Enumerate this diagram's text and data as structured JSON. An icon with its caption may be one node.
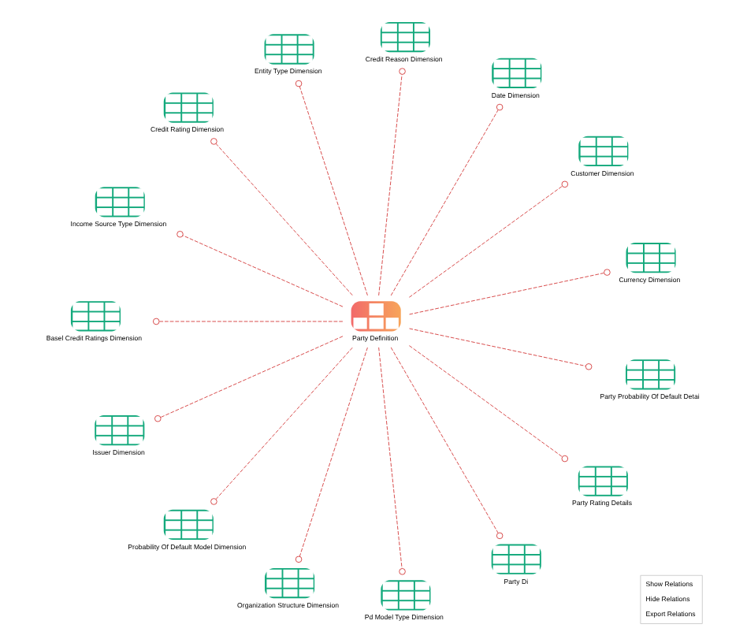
{
  "diagram": {
    "nodes": [
      {
        "text": [
          "Party Definition"
        ]
      },
      {
        "text": [
          "Currency Dimension"
        ]
      },
      {
        "text": [
          "Customer Dimension"
        ]
      },
      {
        "text": [
          "Date Dimension"
        ]
      },
      {
        "text": [
          "Credit Reason Dimension"
        ]
      },
      {
        "text": [
          "Entity Type Dimension"
        ]
      },
      {
        "text": [
          "Credit Rating Dimension"
        ]
      },
      {
        "text": [
          "Income Source Type Dimension"
        ]
      },
      {
        "text": [
          "Basel Credit Ratings Dimension"
        ]
      },
      {
        "text": [
          "Issuer Dimension"
        ]
      },
      {
        "text": [
          "Probability Of Default Model Dimension"
        ]
      },
      {
        "text": [
          "Organization Structure Dimension"
        ]
      },
      {
        "text": [
          "Pd Model Type Dimension"
        ]
      },
      {
        "text": [
          "Party Di"
        ]
      },
      {
        "text": [
          "Party Rating Details"
        ]
      },
      {
        "text": [
          "Party Probability Of Default Detai"
        ]
      }
    ],
    "edges": [
      {
        "from": 0,
        "to": 1,
        "arrow": "other",
        "style": "dashed"
      },
      {
        "from": 0,
        "to": 2,
        "arrow": "other",
        "style": "dashed"
      },
      {
        "from": 0,
        "to": 3,
        "arrow": "other",
        "style": "dashed"
      },
      {
        "from": 0,
        "to": 4,
        "arrow": "other",
        "style": "dashed"
      },
      {
        "from": 0,
        "to": 5,
        "arrow": "other",
        "style": "dashed"
      },
      {
        "from": 0,
        "to": 6,
        "arrow": "other",
        "style": "dashed"
      },
      {
        "from": 0,
        "to": 7,
        "arrow": "other",
        "style": "dashed"
      },
      {
        "from": 0,
        "to": 8,
        "arrow": "other",
        "style": "dashed"
      },
      {
        "from": 0,
        "to": 9,
        "arrow": "other",
        "style": "dashed"
      },
      {
        "from": 0,
        "to": 10,
        "arrow": "other",
        "style": "dashed"
      },
      {
        "from": 0,
        "to": 11,
        "arrow": "other",
        "style": "dashed"
      },
      {
        "from": 0,
        "to": 12,
        "arrow": "other",
        "style": "dashed"
      },
      {
        "from": 0,
        "to": 13,
        "arrow": "other",
        "style": "dashed"
      },
      {
        "from": 0,
        "to": 14,
        "arrow": "other",
        "style": "dashed"
      },
      {
        "from": 0,
        "to": 15,
        "arrow": "other",
        "style": "dashed"
      }
    ],
    "labels": [
      "Show Relations",
      "Hide Relations",
      "Export Relations"
    ]
  }
}
